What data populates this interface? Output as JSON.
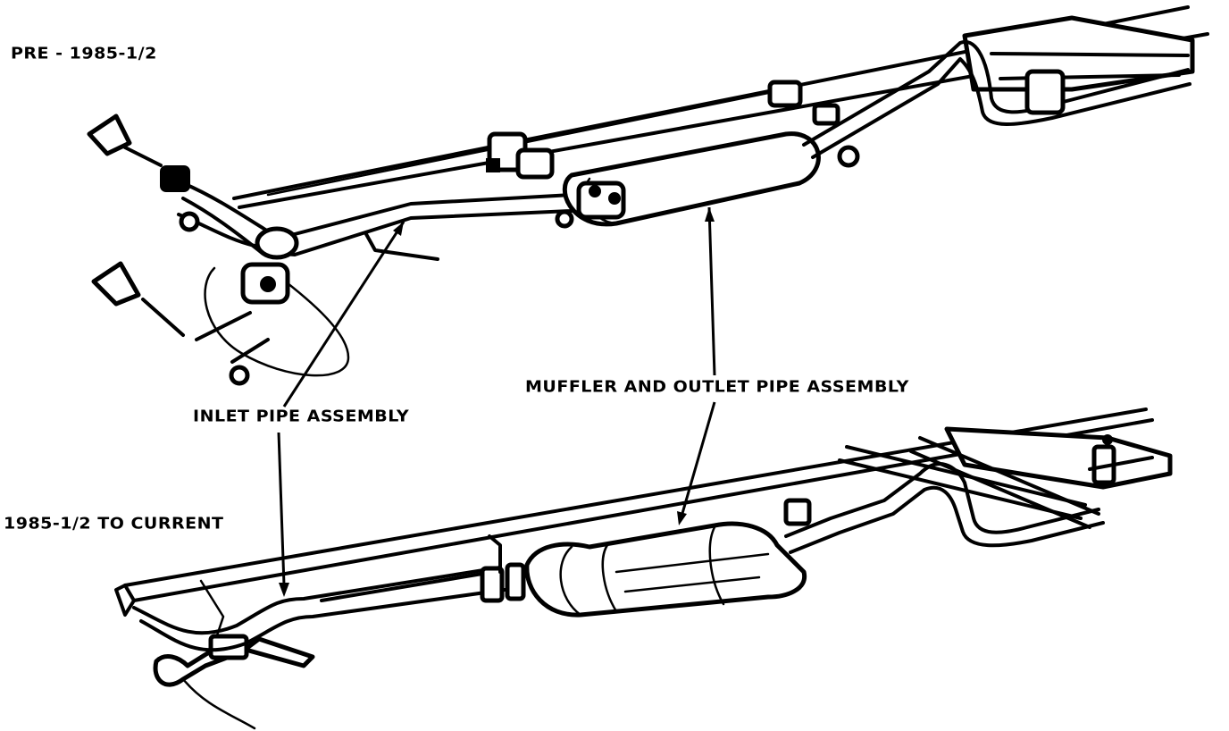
{
  "labels": {
    "pre": "PRE - 1985-1/2",
    "inlet": "INLET PIPE ASSEMBLY",
    "muffler": "MUFFLER AND OUTLET PIPE ASSEMBLY",
    "current": "1985-1/2 TO CURRENT"
  }
}
